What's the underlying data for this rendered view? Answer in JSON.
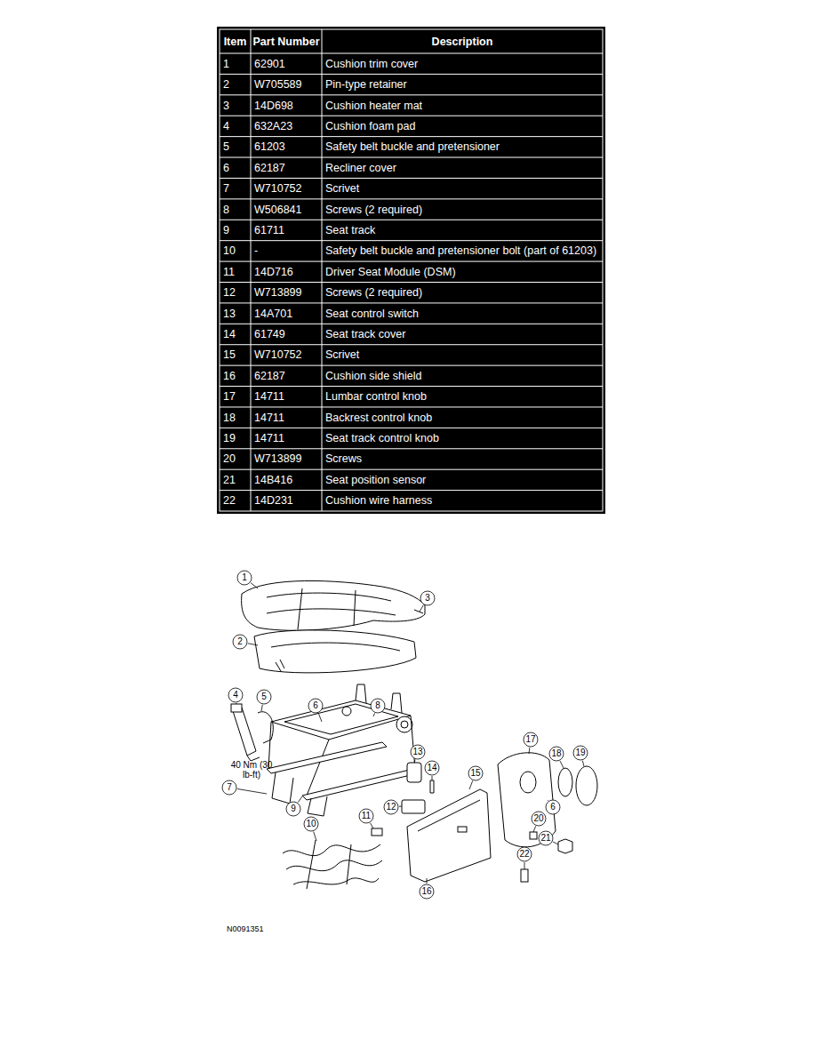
{
  "diagram": {
    "labels": [
      "Item",
      "Part Number",
      "Description",
      "1",
      "62901",
      "Cushion trim cover",
      "2",
      "W705589",
      "Pin-type retainer",
      "3",
      "14D698",
      "Cushion heater mat",
      "4",
      "632A23",
      "Cushion foam pad",
      "5",
      "61203",
      "Safety belt buckle and pretensioner",
      "6",
      "62187",
      "Recliner cover",
      "7",
      "W710752",
      "Scrivet",
      "8",
      "W506841",
      "Screws (2 required)",
      "9",
      "61711",
      "Seat track",
      "10",
      "-",
      "Safety belt buckle and pretensioner bolt (part of 61203)",
      "11",
      "14D716",
      "Driver Seat Module (DSM)",
      "12",
      "W713899",
      "Screws (2 required)",
      "13",
      "14A701",
      "Seat control switch",
      "14",
      "61749",
      "Seat track cover",
      "15",
      "W710752",
      "Scrivet",
      "16",
      "62187",
      "Cushion side shield",
      "17",
      "14711",
      "Lumbar control knob",
      "18",
      "14711",
      "Backrest control knob",
      "19",
      "14711",
      "Seat track control knob",
      "20",
      "W713899",
      "Screws",
      "21",
      "14B416",
      "Seat position sensor",
      "22",
      "14D231",
      "Cushion wire harness",
      "1",
      "3",
      "2",
      "4",
      "5",
      "6",
      "8",
      "13",
      "14",
      "15",
      "17",
      "18",
      "19",
      "6",
      "7",
      "9",
      "11",
      "12",
      "10",
      "20",
      "21",
      "22",
      "16",
      "40 Nm (30 lb-ft)",
      "N0091351"
    ]
  }
}
